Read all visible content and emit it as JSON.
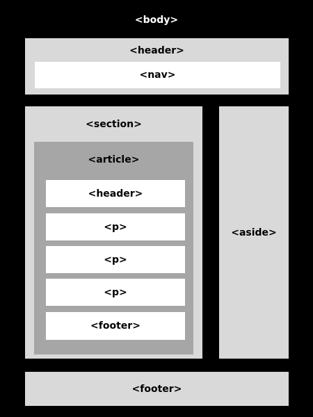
{
  "labels": {
    "body": "<body>",
    "header": "<header>",
    "nav": "<nav>",
    "section": "<section>",
    "article": "<article>",
    "article_header": "<header>",
    "p1": "<p>",
    "p2": "<p>",
    "p3": "<p>",
    "article_footer": "<footer>",
    "aside": "<aside>",
    "footer": "<footer>"
  },
  "colors": {
    "background": "#000000",
    "light_block": "#d9d9d9",
    "article_block": "#a6a6a6",
    "inner_block": "#ffffff"
  }
}
